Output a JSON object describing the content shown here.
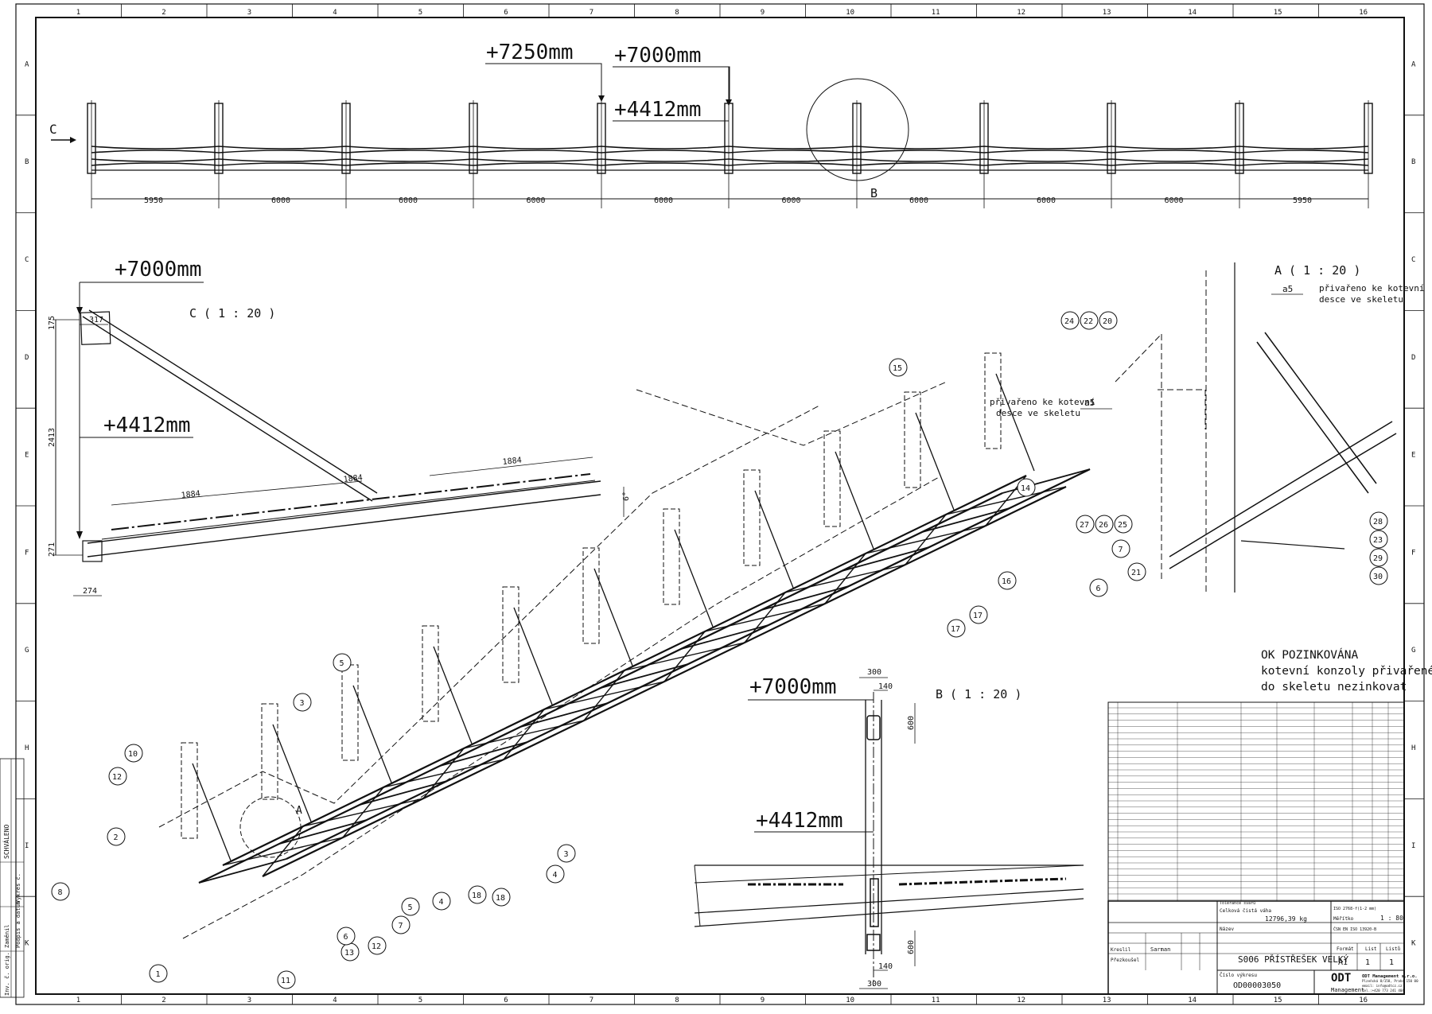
{
  "grid": {
    "columns": [
      "1",
      "2",
      "3",
      "4",
      "5",
      "6",
      "7",
      "8",
      "9",
      "10",
      "11",
      "12",
      "13",
      "14",
      "15",
      "16"
    ],
    "rows": [
      "A",
      "B",
      "C",
      "D",
      "E",
      "F",
      "G",
      "H",
      "I",
      "K"
    ]
  },
  "elevation_view": {
    "marker": "C",
    "section_label": "B",
    "elevations": {
      "e1": "+7250mm",
      "e2": "+7000mm",
      "e3": "+4412mm"
    },
    "dimensions": [
      "5950",
      "6000",
      "6000",
      "6000",
      "6000",
      "6000",
      "6000",
      "6000",
      "6000",
      "5950"
    ]
  },
  "detail_c": {
    "title": "C ( 1 : 20 )",
    "elev_top": "+7000mm",
    "elev_bottom": "+4412mm",
    "dims": {
      "d317": "317",
      "d175": "175",
      "d2413": "2413",
      "d271": "271",
      "d274": "274",
      "d1884a": "1884",
      "d1884b": "1884",
      "d1884c": "1884",
      "d6deg": "6°"
    }
  },
  "detail_a": {
    "title": "A ( 1 : 20 )",
    "weld_a5": "a5",
    "weld_note_1": [
      "přivařeno ke kotevní",
      "desce ve skeletu"
    ],
    "weld_note_2": [
      "přivařeno ke kotevní",
      "desce ve skeletu"
    ],
    "balloons": [
      "24",
      "22",
      "20",
      "27",
      "26",
      "25",
      "7",
      "21",
      "6",
      "28",
      "23",
      "29",
      "30"
    ]
  },
  "detail_b": {
    "title": "B ( 1 : 20 )",
    "elev_top": "+7000mm",
    "elev_bottom": "+4412mm",
    "dims": {
      "d300a": "300",
      "d140a": "140",
      "d600a": "600",
      "d140b": "140",
      "d300b": "300",
      "d600b": "600"
    }
  },
  "iso_view": {
    "label_a": "A",
    "balloons": [
      "15",
      "14",
      "16",
      "17",
      "17",
      "5",
      "3",
      "10",
      "12",
      "2",
      "8",
      "1",
      "11",
      "13",
      "12",
      "6",
      "7",
      "5",
      "4",
      "18",
      "18",
      "4",
      "3"
    ]
  },
  "notes": {
    "line1": "OK POZINKOVÁNA",
    "line2": "kotevní konzoly přivařené",
    "line3": "do skeletu nezinkovat"
  },
  "title_block": {
    "drawing_name": "S006 PŘÍSTŘEŠEK VELKÝ",
    "drawing_number": "OD00003050",
    "mass": "12796,39 kg",
    "designer": "Sarman",
    "format": "A1",
    "sheet": "1",
    "sheets": "1",
    "scale": "1 : 80",
    "labels": {
      "format": "Formát",
      "sheet": "List",
      "sheets": "Listů",
      "scale_label": "Měřítko",
      "designer_label": "Kreslil",
      "checked_label": "Přezkoušel",
      "mass_label": "Celková čistá váha",
      "name_label": "Název",
      "number_label": "Číslo výkresu",
      "standard": "ČSN EN ISO 13920-B",
      "tolerance": "Tolerance svarů",
      "roughness": "ISO 2768-f(1-2 mm)"
    },
    "company": {
      "name": "ODT",
      "sub": "Management",
      "full": "ODT Management s.r.o.",
      "address": "Plzeňská 8/158, Praha 150 00",
      "email": "email: info@odtcz.cz",
      "phone": "tel.:+420 773 241 404"
    },
    "side_labels": [
      "SCHVÁLENO",
      "Výkres č.",
      "Podpis a datum",
      "Zaměnil",
      "Inv. č. orig."
    ]
  },
  "colors": {
    "ink": "#111111",
    "paper": "#ffffff"
  }
}
